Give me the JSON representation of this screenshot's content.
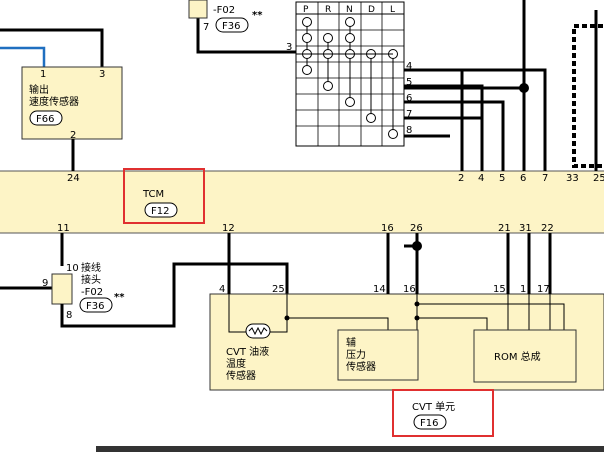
{
  "tcm": {
    "title": "TCM",
    "connector": "F12"
  },
  "speed_sensor": {
    "lines": [
      "输出",
      "速度传感器"
    ],
    "connector": "F66",
    "pins": [
      "1",
      "3",
      "2"
    ]
  },
  "top_connector": {
    "partial": "-F02",
    "pin": "7",
    "connector": "F36",
    "mark": "**"
  },
  "junction": {
    "lines": [
      "接线",
      "接头",
      "-F02"
    ],
    "pins": [
      "10",
      "9",
      "8"
    ],
    "connector": "F36",
    "mark": "**"
  },
  "shift_grid": {
    "headers": [
      "P",
      "R",
      "N",
      "D",
      "L"
    ],
    "left_pin": "3",
    "right_pins": [
      "4",
      "5",
      "6",
      "7",
      "8"
    ]
  },
  "tcm_pins_top": [
    "24",
    "2",
    "4",
    "5",
    "6",
    "7",
    "33",
    "25"
  ],
  "tcm_pins_bottom": [
    "11",
    "12",
    "16",
    "26",
    "21",
    "31",
    "22"
  ],
  "cvt_unit": {
    "title": "CVT 单元",
    "connector": "F16",
    "pins": [
      "4",
      "25",
      "14",
      "16",
      "15",
      "1",
      "17"
    ],
    "fluid_temp_sensor": [
      "CVT 油液",
      "温度",
      "传感器"
    ],
    "aux_pressure_sensor": [
      "辅",
      "压力",
      "传感器"
    ],
    "rom": "ROM 总成"
  },
  "colors": {
    "box_fill": "#fdf4c6",
    "highlight": "#e03030",
    "blue_wire": "#1f6fc0"
  }
}
